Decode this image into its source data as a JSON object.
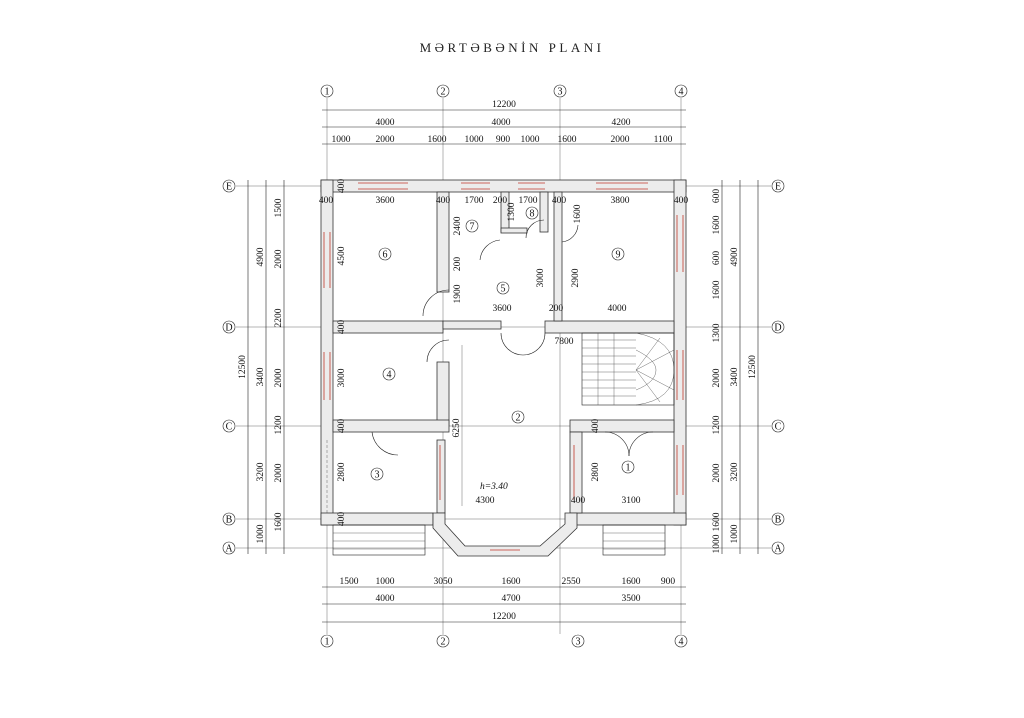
{
  "title": "MƏRTƏBƏNİN PLANI",
  "axes": {
    "numbered": [
      "1",
      "2",
      "3",
      "4"
    ],
    "lettered": [
      "E",
      "D",
      "C",
      "B",
      "A"
    ]
  },
  "dims_top": {
    "total": "12200",
    "row2": [
      "4000",
      "4000",
      "4200"
    ],
    "row3": [
      "1000",
      "2000",
      "1600",
      "1000",
      "900",
      "1000",
      "1600",
      "2000",
      "1100"
    ]
  },
  "dims_bottom": {
    "row1": [
      "1500",
      "1000",
      "3050",
      "1600",
      "2550",
      "1600",
      "900"
    ],
    "row2": [
      "4000",
      "4700",
      "3500"
    ],
    "total": "12200"
  },
  "dims_left": {
    "total": "12500",
    "row2": [
      "4900",
      "3400",
      "3200",
      "1000"
    ],
    "row3": [
      "1500",
      "2000",
      "2200",
      "2000",
      "1200",
      "2000",
      "1600"
    ]
  },
  "dims_right": {
    "row1": [
      "600",
      "1600",
      "600",
      "1600",
      "1300",
      "2000",
      "1200",
      "2000",
      "1600",
      "1000"
    ],
    "row2": [
      "4900",
      "3400",
      "3200",
      "1000"
    ],
    "total": "12500"
  },
  "rooms": [
    "1",
    "2",
    "3",
    "4",
    "5",
    "6",
    "7",
    "8",
    "9"
  ],
  "interior_dims": {
    "d400_a": "400",
    "d3600_a": "3600",
    "d400_b": "400",
    "d1700_a": "1700",
    "d200_a": "200",
    "d1300": "1300",
    "d1700_b": "1700",
    "d400_c": "400",
    "d1600": "1600",
    "d3800": "3800",
    "d400_d": "400",
    "d400_e": "400",
    "d2400": "2400",
    "d4500": "4500",
    "d200_b": "200",
    "d1900": "1900",
    "d3000_a": "3000",
    "d2900": "2900",
    "d3600_b": "3600",
    "d200_c": "200",
    "d4000": "4000",
    "d400_f": "400",
    "d7800": "7800",
    "d3000_b": "3000",
    "d6250": "6250",
    "d400_g": "400",
    "d2800_a": "2800",
    "d400_h": "400",
    "d2800_b": "2800",
    "d4300": "4300",
    "d400_i": "400",
    "d3100": "3100",
    "d400_j": "400",
    "height": "h=3.40"
  }
}
